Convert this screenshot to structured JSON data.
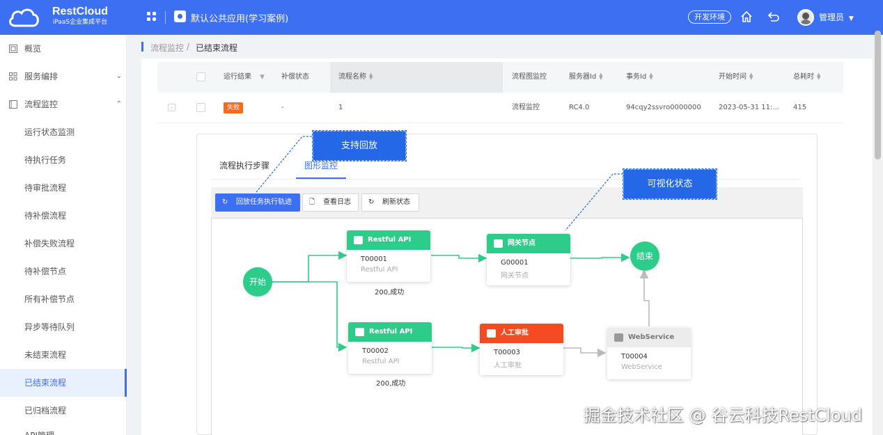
{
  "header": {
    "brand_name": "RestCloud",
    "brand_sub": "iPaaS企业集成平台",
    "app_name": "默认公共应用(学习案例)",
    "env_label": "开发环境",
    "user_name": "管理员",
    "accent_color": "#3d6ff2"
  },
  "sidebar": {
    "items": [
      {
        "label": "概览",
        "icon": "overview-icon"
      },
      {
        "label": "服务编排",
        "icon": "apps-icon",
        "expanded": false
      },
      {
        "label": "流程监控",
        "icon": "monitor-icon",
        "expanded": true
      }
    ],
    "sub_items": [
      "运行状态监测",
      "待执行任务",
      "待审批流程",
      "待补偿流程",
      "补偿失败流程",
      "待补偿节点",
      "所有补偿节点",
      "异步等待队列",
      "未结束流程",
      "已结束流程",
      "已归档流程"
    ],
    "active": "已结束流程",
    "partial_item": "API管理"
  },
  "breadcrumb": {
    "parent": "流程监控",
    "separator": "/",
    "current": "已结束流程"
  },
  "table": {
    "headers": {
      "result": "运行结果",
      "compensate": "补偿状态",
      "process_name": "流程名称",
      "graph": "流程图监控",
      "server": "服务器Id",
      "tx": "事务Id",
      "start": "开始时间",
      "duration": "总耗时"
    },
    "row": {
      "expand": "-",
      "result": "失败",
      "compensate": "-",
      "process_name": "1",
      "graph": "流程监控",
      "server": "RC4.0",
      "tx": "94cqy2ssvro0000000",
      "start": "2023-05-31 11:...",
      "duration": "415"
    }
  },
  "detail": {
    "tabs": [
      "流程执行步骤",
      "图形监控"
    ],
    "active_tab": "图形监控",
    "buttons": {
      "replay": "回放任务执行轨迹",
      "log": "查看日志",
      "refresh": "刷新状态"
    }
  },
  "flow": {
    "start": "开始",
    "end": "结束",
    "nodes": [
      {
        "title": "Restful API",
        "id": "T00001",
        "sub": "Restful API",
        "status": "200,成功",
        "color": "#2ecc8a",
        "icon": "api-icon"
      },
      {
        "title": "网关节点",
        "id": "G00001",
        "sub": "网关节点",
        "color": "#2ecc8a",
        "icon": "gateway-icon"
      },
      {
        "title": "Restful API",
        "id": "T00002",
        "sub": "Restful API",
        "status": "200,成功",
        "color": "#2ecc8a",
        "icon": "api-icon"
      },
      {
        "title": "人工审批",
        "id": "T00003",
        "sub": "人工审批",
        "color": "#f54a22",
        "icon": "user-icon"
      },
      {
        "title": "WebService",
        "id": "T00004",
        "sub": "WebService",
        "color": "#ececec",
        "icon": "webservice-icon"
      }
    ]
  },
  "callouts": {
    "replay": "支持回放",
    "visual": "可视化状态"
  },
  "watermark": "掘金技术社区 @ 谷云科技RestCloud"
}
